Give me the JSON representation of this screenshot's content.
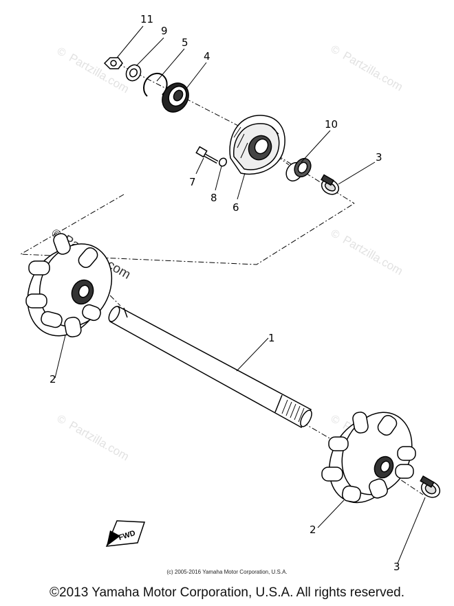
{
  "watermark": {
    "text": "Partzilla.com",
    "symbol": "©"
  },
  "callouts": {
    "c11": "11",
    "c9": "9",
    "c5": "5",
    "c4": "4",
    "c10": "10",
    "c3a": "3",
    "c7": "7",
    "c8": "8",
    "c6": "6",
    "c1": "1",
    "c2a": "2",
    "c2b": "2",
    "c3b": "3"
  },
  "fwd_label": "FWD",
  "small_copyright": "(c) 2005-2016 Yamaha Motor Corporation, U.S.A.",
  "footer": "©2013 Yamaha Motor Corporation, U.S.A. All rights reserved.",
  "colors": {
    "ink": "#000000",
    "watermark": "#e2e2e2",
    "background": "#ffffff"
  }
}
